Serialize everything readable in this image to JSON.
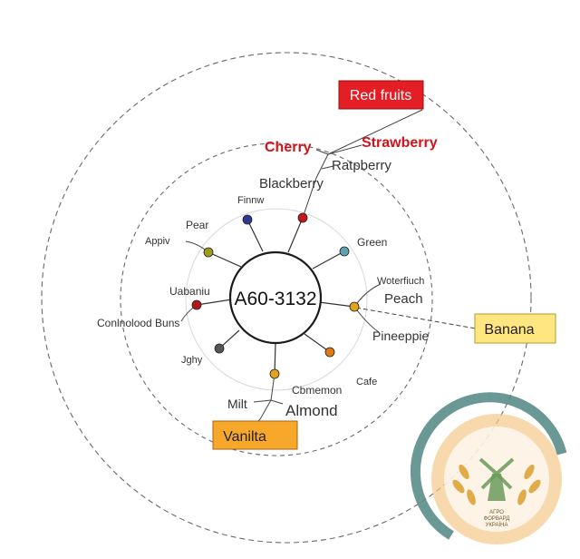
{
  "center": {
    "label": "A60-3132"
  },
  "boxes": {
    "red_fruits": {
      "label": "Red fruits",
      "color": "#e31e24"
    },
    "banana": {
      "label": "Banana",
      "color": "#ffe680"
    },
    "vanilla": {
      "label": "Vanilta",
      "color": "#f7a82b"
    }
  },
  "labels": {
    "cherry": "Cherry",
    "strawberry": "Strawberry",
    "raspberry": "Ratpberry",
    "blackberry": "Blackberry",
    "finnow": "Finnw",
    "pear": "Pear",
    "apple": "Appiv",
    "green": "Green",
    "uabanu": "Uabaniu",
    "buns": "Conlnolood Buns",
    "waterfruit": "Woterfiuch",
    "peach": "Peach",
    "pineapple": "Pineeppie",
    "spicy": "Jghy",
    "milk": "Milt",
    "cinnamon": "Cbmemon",
    "almond": "Almond",
    "cafe": "Cafe"
  },
  "colors": {
    "red_label": "#d0141b",
    "node_red": "#c8141b",
    "node_navy": "#2a3a8c",
    "node_olive": "#9e9a1e",
    "node_teal": "#5fa3b3",
    "node_orange": "#e07b12",
    "node_darkred": "#b3171c",
    "node_gray": "#555555",
    "node_gold": "#e2a21a"
  },
  "logo": {
    "text_top": "АГРО",
    "text_mid": "ФОРВАРД",
    "text_bottom": "УКРАЇНА"
  }
}
